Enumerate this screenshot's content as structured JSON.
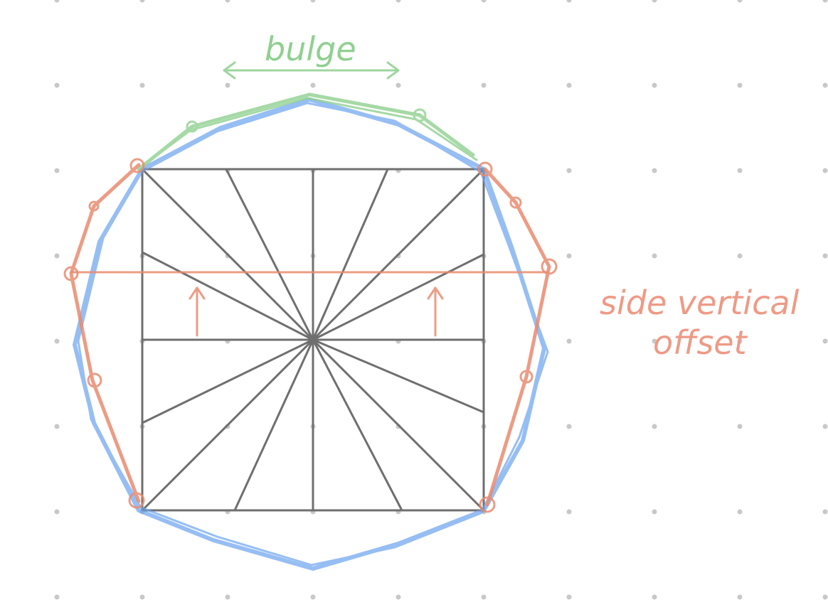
{
  "labels": {
    "bulge": "bulge",
    "side_line1": "side vertical",
    "side_line2": "offset"
  },
  "colors": {
    "background": "#ffffff",
    "dot": "#c8c8c8",
    "grid_lines": "#6f6f6f",
    "green": "#8fd08f",
    "blue": "#6aa3ee",
    "red": "#e98b70"
  }
}
